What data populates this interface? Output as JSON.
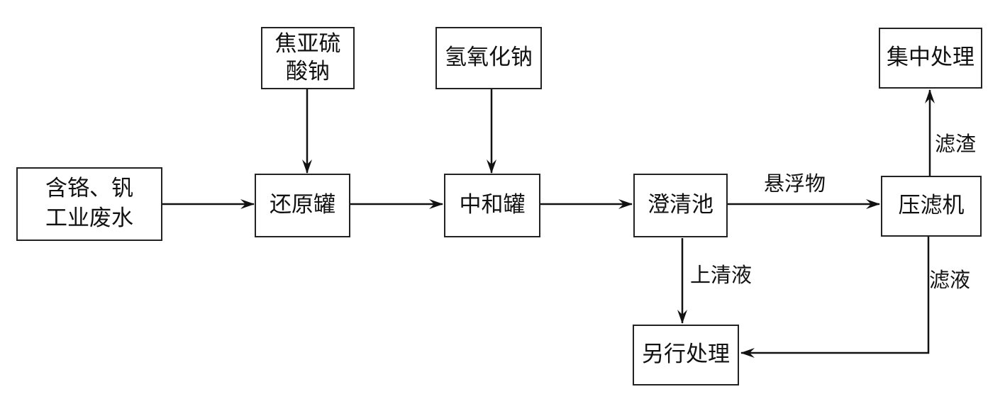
{
  "nodes": {
    "wastewater": {
      "line1": "含铬、钒",
      "line2": "工业废水"
    },
    "reducer_reagent": {
      "line1": "焦亚硫",
      "line2": "酸钠"
    },
    "reduction_tank": {
      "label": "还原罐"
    },
    "naoh": {
      "label": "氢氧化钠"
    },
    "neutralization_tank": {
      "label": "中和罐"
    },
    "clarifier": {
      "label": "澄清池"
    },
    "filter_press": {
      "label": "压滤机"
    },
    "central_treatment": {
      "label": "集中处理"
    },
    "other_treatment": {
      "label": "另行处理"
    }
  },
  "edges": {
    "suspended_solids": "悬浮物",
    "supernatant": "上清液",
    "filter_residue": "滤渣",
    "filtrate": "滤液"
  }
}
